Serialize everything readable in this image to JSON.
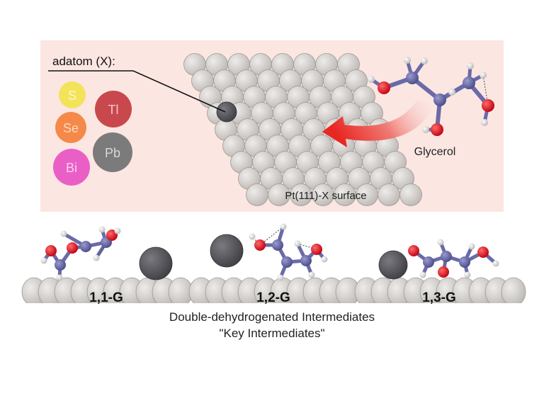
{
  "top_panel": {
    "adatom_label": "adatom (X):",
    "surface_label": "Pt(111)-X surface",
    "molecule_label": "Glycerol",
    "elements": [
      {
        "symbol": "S",
        "color": "#f2e35a"
      },
      {
        "symbol": "Se",
        "color": "#f5894a"
      },
      {
        "symbol": "Tl",
        "color": "#c9484d"
      },
      {
        "symbol": "Bi",
        "color": "#ea5fc6"
      },
      {
        "symbol": "Pb",
        "color": "#7b7b7b"
      }
    ]
  },
  "intermediates": [
    {
      "label": "1,1-G"
    },
    {
      "label": "1,2-G"
    },
    {
      "label": "1,3-G"
    }
  ],
  "caption": {
    "line1": "Double-dehydrogenated Intermediates",
    "line2": "\"Key Intermediates\""
  },
  "colors": {
    "panel_bg": "#fbe6e2",
    "pt_atom": "#d6d3d0",
    "adatom": "#5a5a5e",
    "carbon": "#6a6aa8",
    "oxygen": "#e0141e",
    "hydrogen": "#f2f2f2",
    "arrow": "#ec2f2a"
  }
}
